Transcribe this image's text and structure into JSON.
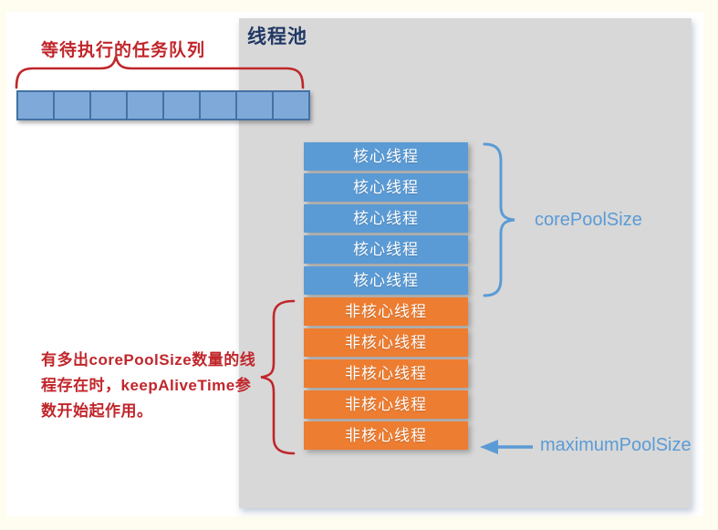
{
  "pool": {
    "title": "线程池",
    "cells": [
      {
        "type": "core",
        "label": "核心线程"
      },
      {
        "type": "core",
        "label": "核心线程"
      },
      {
        "type": "core",
        "label": "核心线程"
      },
      {
        "type": "core",
        "label": "核心线程"
      },
      {
        "type": "core",
        "label": "核心线程"
      },
      {
        "type": "noncore",
        "label": "非核心线程"
      },
      {
        "type": "noncore",
        "label": "非核心线程"
      },
      {
        "type": "noncore",
        "label": "非核心线程"
      },
      {
        "type": "noncore",
        "label": "非核心线程"
      },
      {
        "type": "noncore",
        "label": "非核心线程"
      }
    ]
  },
  "queue": {
    "label": "等待执行的任务队列",
    "cell_count": 8
  },
  "annotations": {
    "core_pool_size": "corePoolSize",
    "maximum_pool_size": "maximumPoolSize",
    "keep_alive_note_lines": [
      "有多出corePoolSize数量的线",
      "程存在时，keepAliveTime参",
      "数开始起作用。"
    ],
    "keep_alive_note_full": "有多出corePoolSize数量的线程存在时，keepAliveTime参数开始起作用。"
  },
  "colors": {
    "core_blue": "#5B9BD5",
    "noncore_orange": "#ED7D31",
    "queue_blue": "#7FA9D9",
    "queue_border": "#4472A4",
    "panel_gray": "#D8D8D8",
    "annotation_red": "#C0262B",
    "label_blue": "#5B9BD5",
    "title_navy": "#203864",
    "background_cream": "#FEFDF0"
  }
}
